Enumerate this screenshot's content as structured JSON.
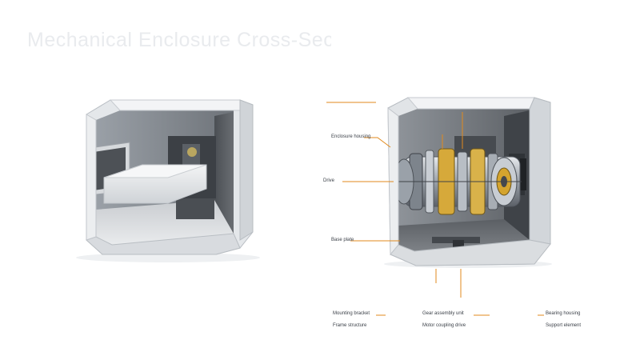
{
  "title": "Mechanical Enclosure Cross-Section",
  "colors": {
    "accent": "#e08a1e",
    "frame": "#dcdfe3",
    "frame_shadow": "#aeb3b9",
    "interior": "#565a5f",
    "metal": "#c7ccd2",
    "gold": "#d4a72c"
  },
  "labels": {
    "left_1": "Enclosure housing",
    "left_2": "Drive",
    "left_3": "Base plate",
    "bottom": [
      {
        "line1": "Mounting bracket",
        "line2": "Frame structure"
      },
      {
        "line1": "Gear assembly unit",
        "line2": "Motor coupling drive"
      },
      {
        "line1": "Bearing housing",
        "line2": "Support element"
      }
    ]
  }
}
